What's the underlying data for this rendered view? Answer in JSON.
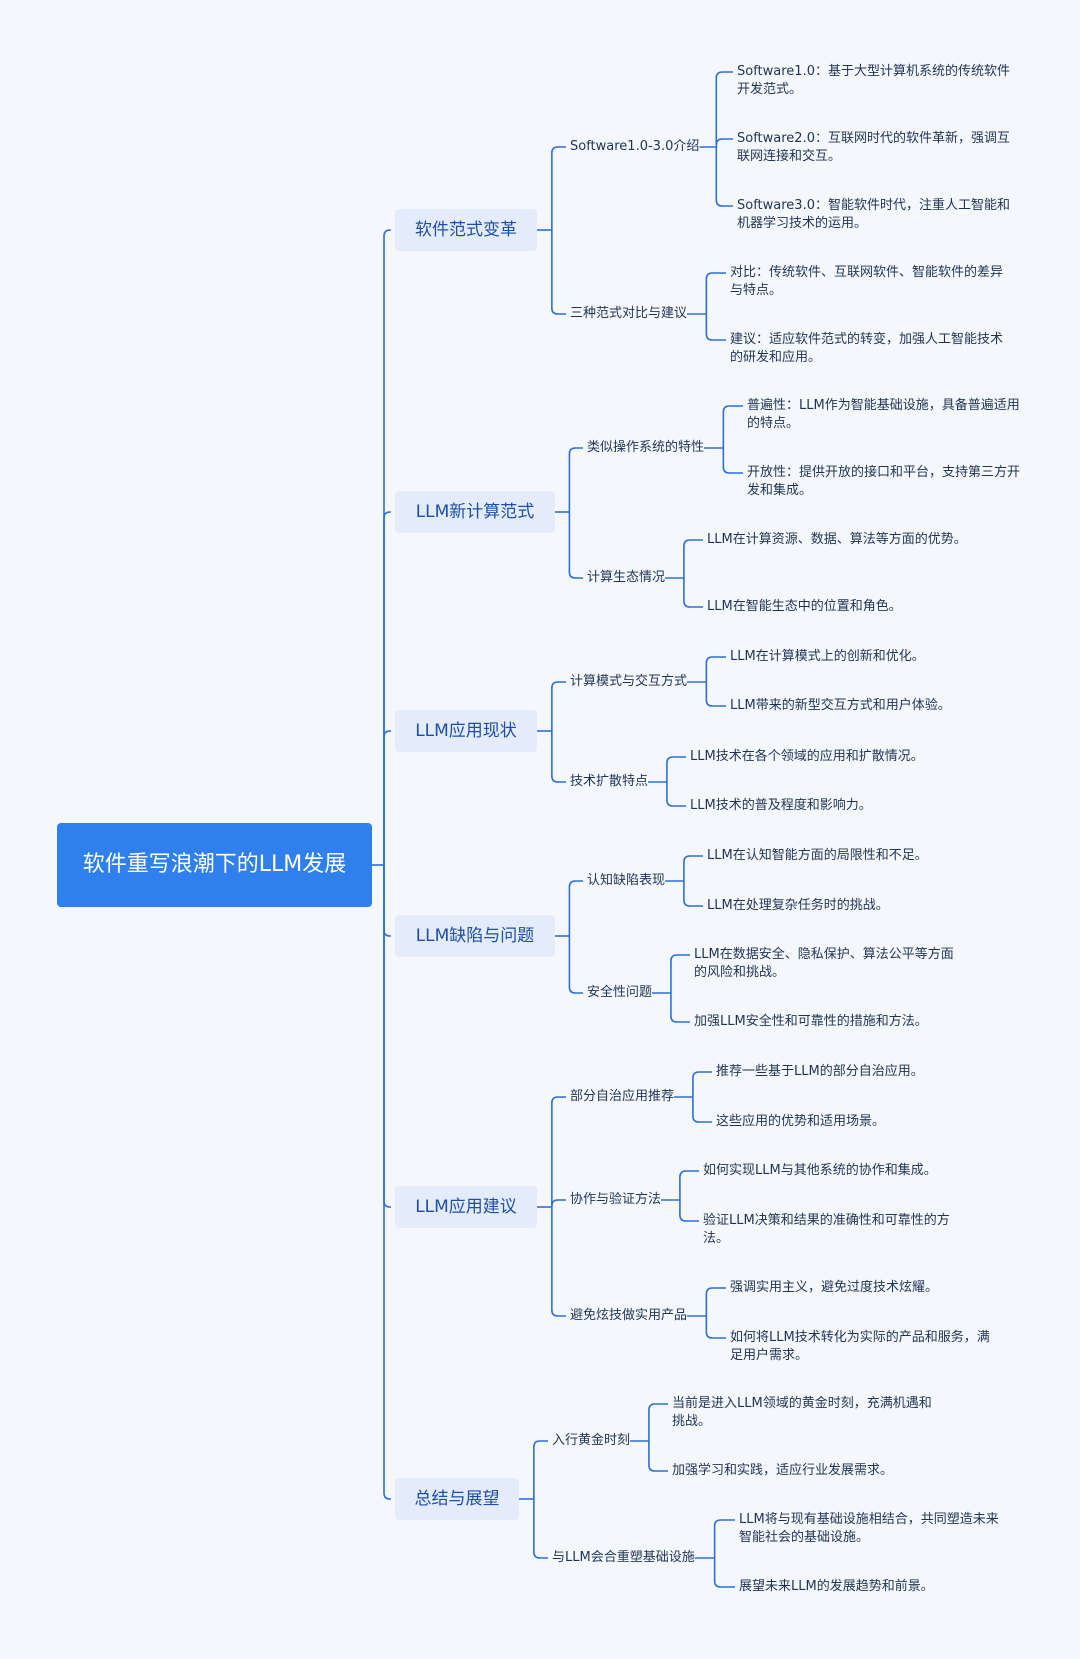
{
  "root": {
    "label": "软件重写浪潮下的LLM发展"
  },
  "branches": [
    {
      "label": "软件范式变革",
      "children": [
        {
          "label": "Software1.0-3.0介绍",
          "children": [
            "Software1.0：基于大型计算机系统的传统软件开发范式。",
            "Software2.0：互联网时代的软件革新，强调互联网连接和交互。",
            "Software3.0：智能软件时代，注重人工智能和机器学习技术的运用。"
          ]
        },
        {
          "label": "三种范式对比与建议",
          "children": [
            "对比：传统软件、互联网软件、智能软件的差异与特点。",
            "建议：适应软件范式的转变，加强人工智能技术的研发和应用。"
          ]
        }
      ]
    },
    {
      "label": "LLM新计算范式",
      "children": [
        {
          "label": "类似操作系统的特性",
          "children": [
            "普遍性：LLM作为智能基础设施，具备普遍适用的特点。",
            "开放性：提供开放的接口和平台，支持第三方开发和集成。"
          ]
        },
        {
          "label": "计算生态情况",
          "children": [
            "LLM在计算资源、数据、算法等方面的优势。",
            "LLM在智能生态中的位置和角色。"
          ]
        }
      ]
    },
    {
      "label": "LLM应用现状",
      "children": [
        {
          "label": "计算模式与交互方式",
          "children": [
            "LLM在计算模式上的创新和优化。",
            "LLM带来的新型交互方式和用户体验。"
          ]
        },
        {
          "label": "技术扩散特点",
          "children": [
            "LLM技术在各个领域的应用和扩散情况。",
            "LLM技术的普及程度和影响力。"
          ]
        }
      ]
    },
    {
      "label": "LLM缺陷与问题",
      "children": [
        {
          "label": "认知缺陷表现",
          "children": [
            "LLM在认知智能方面的局限性和不足。",
            "LLM在处理复杂任务时的挑战。"
          ]
        },
        {
          "label": "安全性问题",
          "children": [
            "LLM在数据安全、隐私保护、算法公平等方面的风险和挑战。",
            "加强LLM安全性和可靠性的措施和方法。"
          ]
        }
      ]
    },
    {
      "label": "LLM应用建议",
      "children": [
        {
          "label": "部分自治应用推荐",
          "children": [
            "推荐一些基于LLM的部分自治应用。",
            "这些应用的优势和适用场景。"
          ]
        },
        {
          "label": "协作与验证方法",
          "children": [
            "如何实现LLM与其他系统的协作和集成。",
            "验证LLM决策和结果的准确性和可靠性的方法。"
          ]
        },
        {
          "label": "避免炫技做实用产品",
          "children": [
            "强调实用主义，避免过度技术炫耀。",
            "如何将LLM技术转化为实际的产品和服务，满足用户需求。"
          ]
        }
      ]
    },
    {
      "label": "总结与展望",
      "children": [
        {
          "label": "入行黄金时刻",
          "children": [
            "当前是进入LLM领域的黄金时刻，充满机遇和挑战。",
            "加强学习和实践，适应行业发展需求。"
          ]
        },
        {
          "label": "与LLM会合重塑基础设施",
          "children": [
            "LLM将与现有基础设施相结合，共同塑造未来智能社会的基础设施。",
            "展望未来LLM的发展趋势和前景。"
          ]
        }
      ]
    }
  ]
}
